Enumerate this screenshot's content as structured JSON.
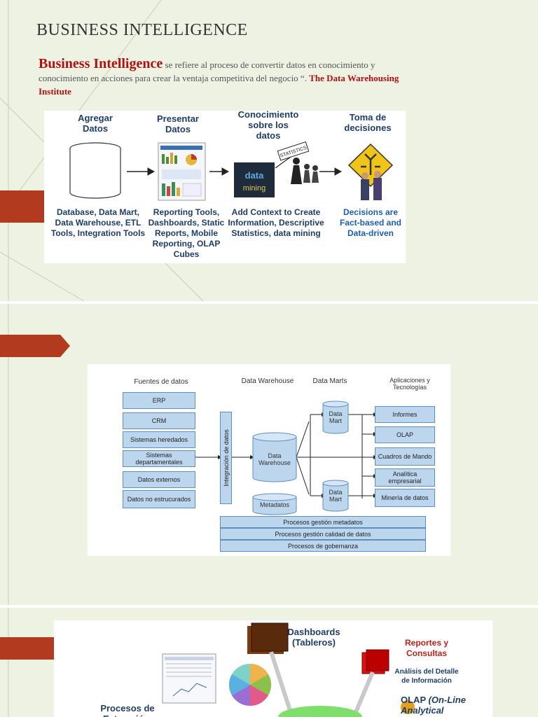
{
  "slide1": {
    "title": "BUSINESS INTELLIGENCE",
    "intro": {
      "term": "Business Intelligence",
      "text": " se refiere al proceso de convertir datos en conocimiento y conocimiento en acciones para crear la ventaja competitiva del negocio “. ",
      "source": "The Data Warehousing Institute"
    },
    "diagram": {
      "headers": [
        "Agregar Datos",
        "Presentar Datos",
        "Conocimiento sobre los datos",
        "Toma de decisiones"
      ],
      "descriptions": [
        "Database, Data Mart, Data Warehouse, ETL Tools, Integration Tools",
        "Reporting Tools, Dashboards, Static Reports, Mobile Reporting, OLAP Cubes",
        "Add Context to Create Information, Descriptive Statistics, data mining",
        "Decisions are Fact-based and Data-driven"
      ],
      "image_text": {
        "statistics": "STATISTICS",
        "data": "data",
        "mining": "mining"
      }
    }
  },
  "slide2": {
    "columns": [
      "Fuentes de datos",
      "Data Warehouse",
      "Data Marts",
      "Aplicaciones y Tecnologías"
    ],
    "sources": [
      "ERP",
      "CRM",
      "Sistemas heredados",
      "Sistemas departamentales",
      "Datos externos",
      "Datos no estrucurados"
    ],
    "integration": "Integración de datos",
    "warehouse": "Data Warehouse",
    "metadata": "Metadatos",
    "marts": [
      "Data Mart",
      "Data Mart"
    ],
    "apps": [
      "Informes",
      "OLAP",
      "Cuadros de Mando",
      "Analítica empresarial",
      "Minería de datos"
    ],
    "processes": [
      "Procesos gestión metadatos",
      "Procesos gestión calidad de datos",
      "Procesos de gobernanza"
    ]
  },
  "slide3": {
    "dashboards": "Dashboards (Tableros)",
    "reportes": "Reportes y Consultas",
    "analisis": "Análisis del Detalle de Información",
    "olap": "OLAP",
    "olap_rest": "(On-Line Analytical",
    "procesos": "Procesos de Extracción, Transformación y Carga"
  }
}
